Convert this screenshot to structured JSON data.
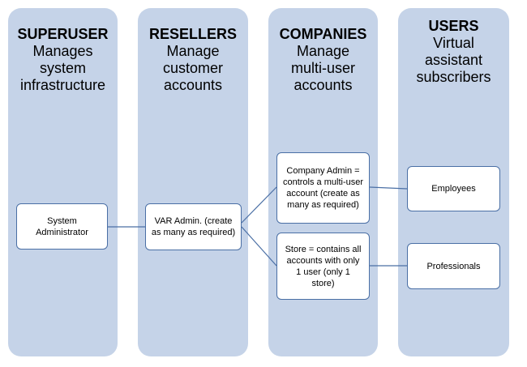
{
  "columns": [
    {
      "title": "SUPERUSER",
      "desc": "Manages system infrastructure"
    },
    {
      "title": "RESELLERS",
      "desc": "Manage customer accounts"
    },
    {
      "title": "COMPANIES",
      "desc": "Manage multi-user accounts"
    },
    {
      "title": "USERS",
      "desc": "Virtual assistant subscribers"
    }
  ],
  "nodes": {
    "sysadmin": "System Administrator",
    "var_admin": "VAR Admin. (create as many as required)",
    "company_admin": "Company  Admin = controls a multi-user account (create as many as required)",
    "store": "Store = contains all accounts with only 1 user (only 1 store)",
    "employees": "Employees",
    "professionals": "Professionals"
  },
  "colors": {
    "column_bg": "#c5d3e8",
    "box_border": "#4a6fa5",
    "connector": "#4a6fa5"
  }
}
